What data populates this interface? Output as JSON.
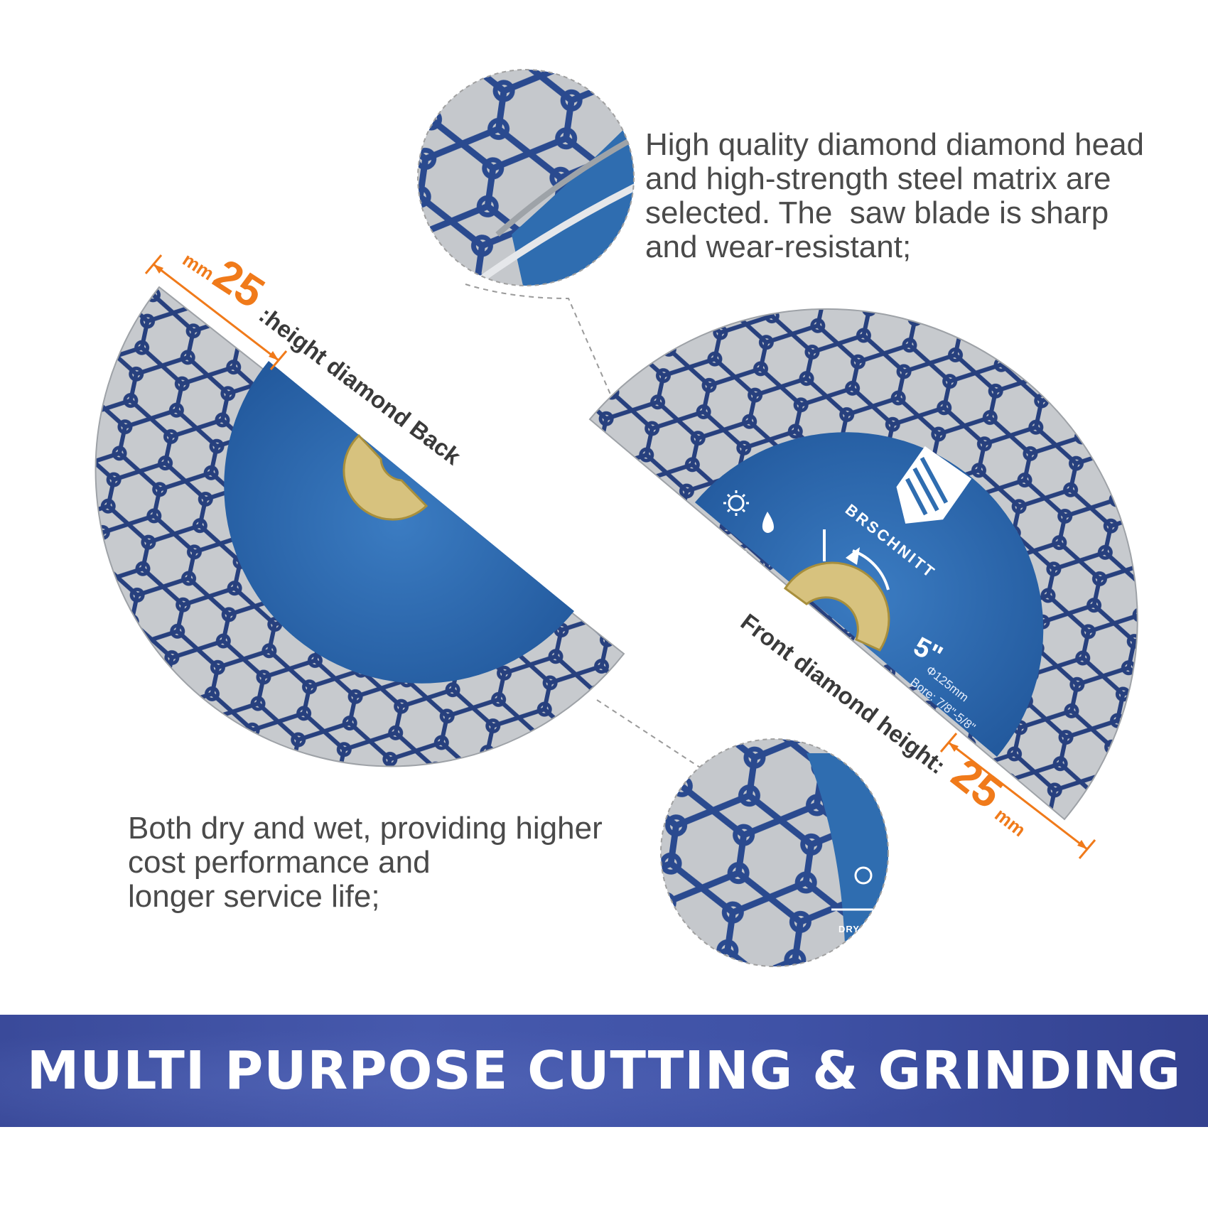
{
  "captions": {
    "top_lines": [
      "High quality diamond diamond head",
      "and high-strength steel matrix are",
      "selected. The  saw blade is sharp",
      "and wear-resistant;"
    ],
    "bottom_lines": [
      "Both dry and wet, providing higher",
      "cost performance and",
      "longer service life;"
    ]
  },
  "back_label": {
    "unit": "mm",
    "value": "25",
    "text": ":height diamond Back"
  },
  "front_label": {
    "text": "Front diamond height:",
    "value": "25",
    "unit": "mm"
  },
  "blade": {
    "brand": "BRSCHNITT",
    "size": "5\"",
    "diameter": "Φ125mm",
    "bore": "Bore: 7/8\"-5/8\"",
    "zoom_mark": "DRY"
  },
  "banner": {
    "text": "MULTI PURPOSE CUTTING & GRINDING"
  },
  "colors": {
    "accent_orange": "#f07a1a",
    "blade_blue": "#2f6db0",
    "segment_silver": "#c9ccd0",
    "banner_blue": "#4257a8",
    "text_gray": "#4a4a4a"
  },
  "icons": {
    "sun": "sun-icon",
    "drop": "water-drop-icon",
    "logo": "brand-logo-icon"
  }
}
